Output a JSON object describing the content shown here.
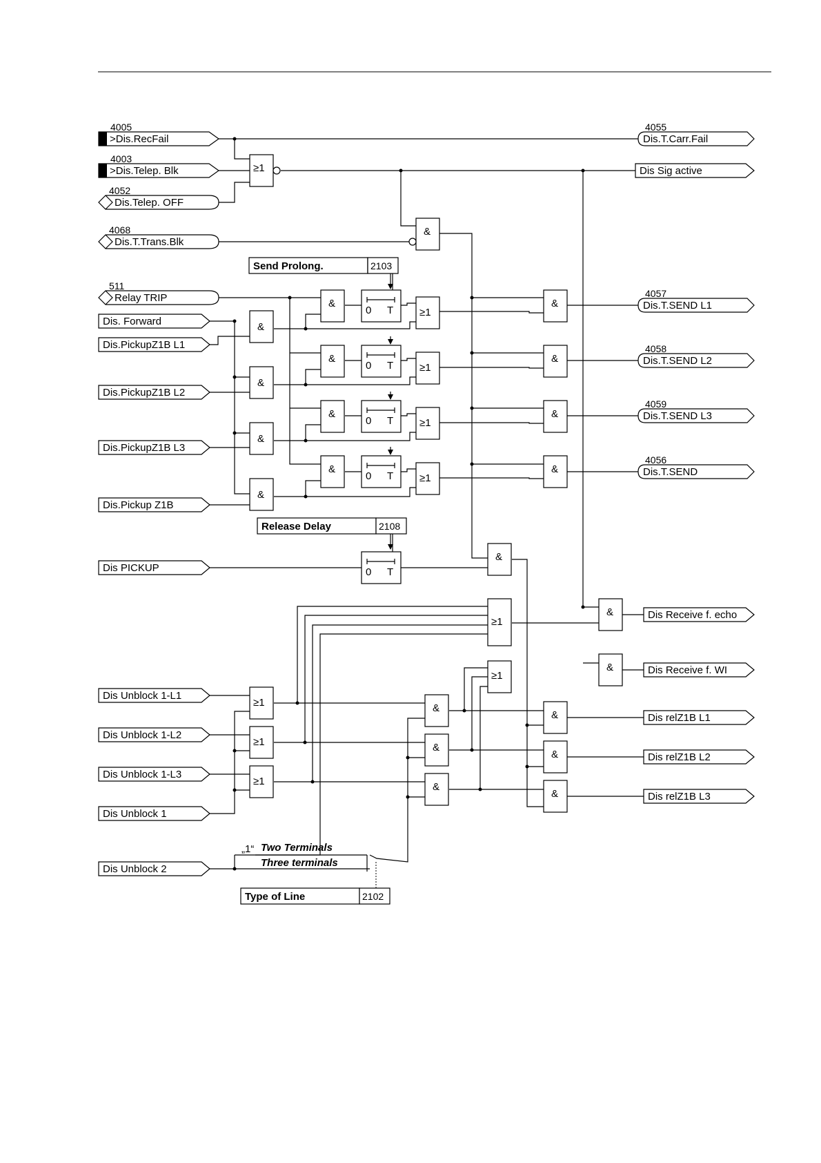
{
  "inputs": {
    "rec_fail": {
      "num": "4005",
      "label": ">Dis.RecFail"
    },
    "telep_blk": {
      "num": "4003",
      "label": ">Dis.Telep. Blk"
    },
    "telep_off": {
      "num": "4052",
      "label": "Dis.Telep. OFF"
    },
    "trans_blk": {
      "num": "4068",
      "label": "Dis.T.Trans.Blk"
    },
    "relay_trip": {
      "num": "511",
      "label": "Relay TRIP"
    },
    "forward": {
      "label": "Dis. Forward"
    },
    "pickup_l1": {
      "label": "Dis.PickupZ1B L1"
    },
    "pickup_l2": {
      "label": "Dis.PickupZ1B L2"
    },
    "pickup_l3": {
      "label": "Dis.PickupZ1B L3"
    },
    "pickup_z1b": {
      "label": "Dis.Pickup Z1B"
    },
    "pickup": {
      "label": "Dis PICKUP"
    },
    "unblock_l1": {
      "label": "Dis Unblock 1-L1"
    },
    "unblock_l2": {
      "label": "Dis Unblock 1-L2"
    },
    "unblock_l3": {
      "label": "Dis Unblock 1-L3"
    },
    "unblock_1": {
      "label": "Dis Unblock 1"
    },
    "unblock_2": {
      "label": "Dis Unblock 2"
    }
  },
  "outputs": {
    "carr_fail": {
      "num": "4055",
      "label": "Dis.T.Carr.Fail"
    },
    "sig_active": {
      "label": "Dis Sig active"
    },
    "send_l1": {
      "num": "4057",
      "label": "Dis.T.SEND L1"
    },
    "send_l2": {
      "num": "4058",
      "label": "Dis.T.SEND L2"
    },
    "send_l3": {
      "num": "4059",
      "label": "Dis.T.SEND L3"
    },
    "send": {
      "num": "4056",
      "label": "Dis.T.SEND"
    },
    "rec_echo": {
      "label": "Dis Receive f. echo"
    },
    "rec_wi": {
      "label": "Dis Receive f. WI"
    },
    "rel_l1": {
      "label": "Dis relZ1B L1"
    },
    "rel_l2": {
      "label": "Dis relZ1B L2"
    },
    "rel_l3": {
      "label": "Dis relZ1B L3"
    }
  },
  "params": {
    "send_prolong": {
      "label": "Send Prolong.",
      "addr": "2103"
    },
    "release_delay": {
      "label": "Release Delay",
      "addr": "2108"
    },
    "type_of_line": {
      "label": "Type of Line",
      "addr": "2102"
    }
  },
  "gates": {
    "and": "&",
    "or": "≥1"
  },
  "timer": {
    "zero": "0",
    "t": "T"
  },
  "switch": {
    "one": "„1“",
    "two": "Two Terminals",
    "three": "Three terminals"
  }
}
